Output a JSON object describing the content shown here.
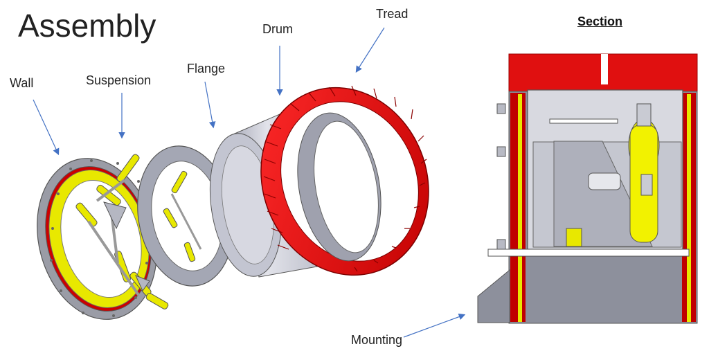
{
  "title": "Assembly",
  "section_title": "Section",
  "labels": {
    "wall": "Wall",
    "suspension": "Suspension",
    "flange": "Flange",
    "drum": "Drum",
    "tread": "Tread",
    "mounting": "Mounting"
  },
  "colors": {
    "arrow": "#4472c4",
    "tread": "#e01010",
    "suspension_yellow": "#f2f200",
    "drum_grey": "#c8cad6",
    "flange_grey": "#a9acb8",
    "section_red": "#e01010"
  }
}
